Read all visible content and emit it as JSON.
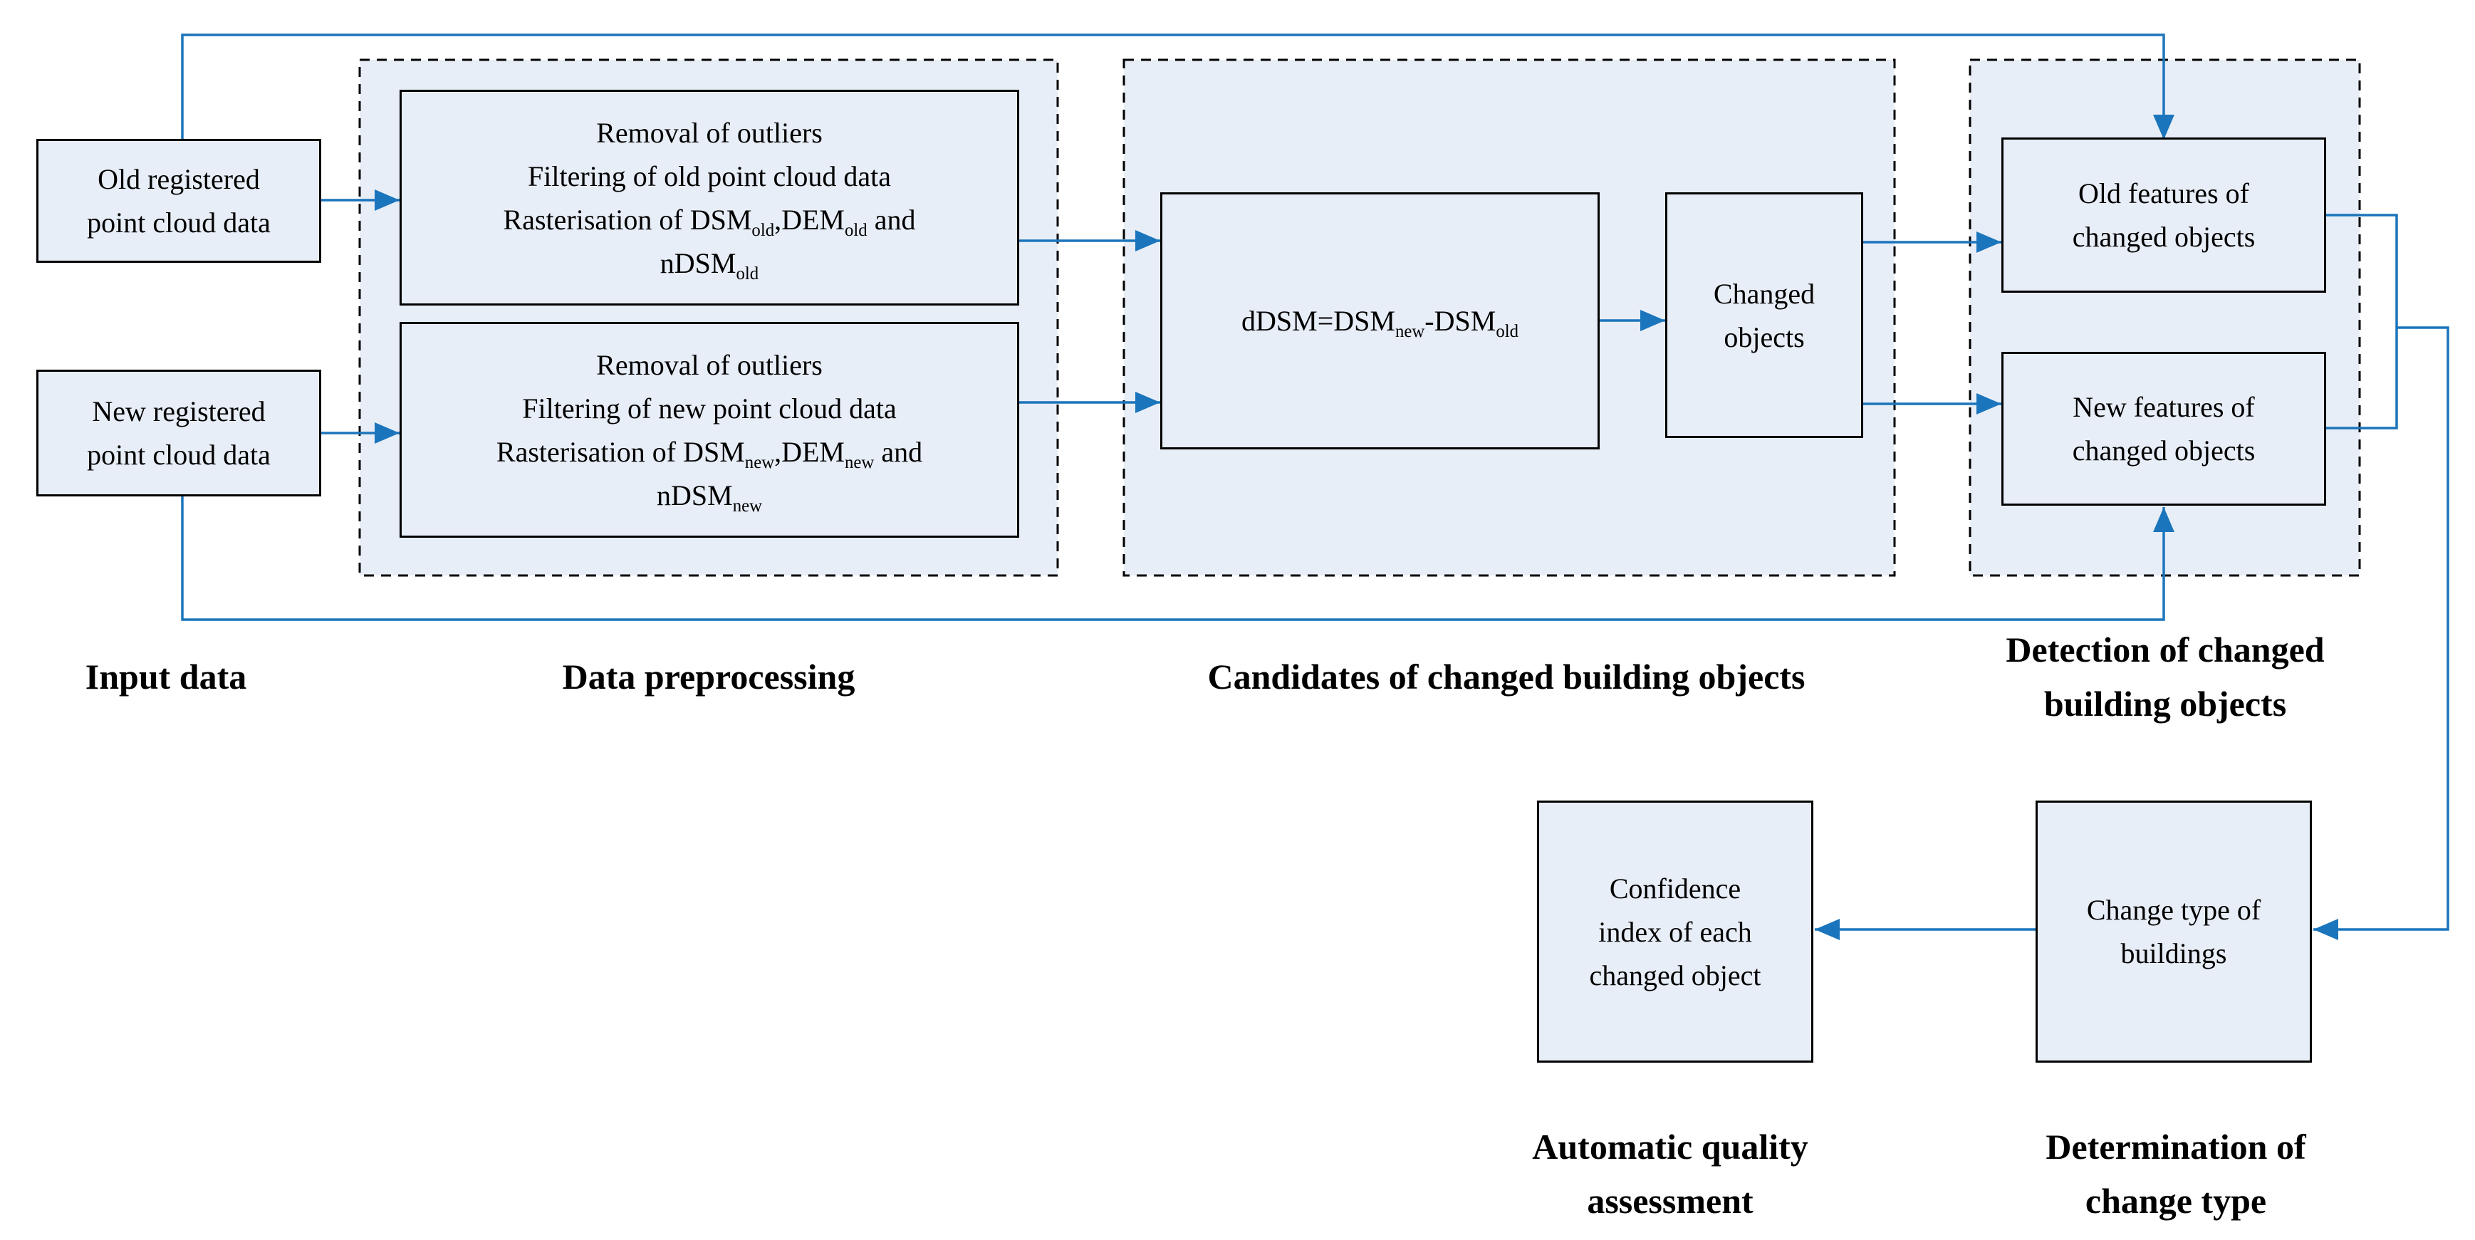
{
  "diagram": {
    "colors": {
      "accent": "#1b75bc",
      "box_fill": "#e8eef7",
      "box_border": "#000000",
      "background": "#ffffff"
    },
    "stages": {
      "input": {
        "label": "Input data",
        "boxes": {
          "old": {
            "lines": [
              "Old registered",
              "point cloud data"
            ]
          },
          "new": {
            "lines": [
              "New registered",
              "point cloud data"
            ]
          }
        }
      },
      "preprocessing": {
        "label": "Data preprocessing",
        "boxes": {
          "old": {
            "lines": [
              "Removal of outliers",
              "Filtering of old point cloud data",
              "Rasterisation of DSM_{old},DEM_{old} and",
              "nDSM_{old}"
            ]
          },
          "new": {
            "lines": [
              "Removal of outliers",
              "Filtering of new point cloud data",
              "Rasterisation of DSM_{new},DEM_{new} and",
              "nDSM_{new}"
            ]
          }
        }
      },
      "candidates": {
        "label": "Candidates of changed building objects",
        "boxes": {
          "ddsm": {
            "lines": [
              "dDSM=DSM_{new}-DSM_{old}"
            ]
          },
          "changed": {
            "lines": [
              "Changed",
              "objects"
            ]
          }
        }
      },
      "detection": {
        "label_lines": [
          "Detection of changed",
          "building objects"
        ],
        "boxes": {
          "old_features": {
            "lines": [
              "Old features of",
              "changed objects"
            ]
          },
          "new_features": {
            "lines": [
              "New features of",
              "changed objects"
            ]
          }
        }
      },
      "quality": {
        "label_lines": [
          "Automatic quality",
          "assessment"
        ],
        "boxes": {
          "confidence": {
            "lines": [
              "Confidence",
              "index of each",
              "changed object"
            ]
          }
        }
      },
      "change_type": {
        "label_lines": [
          "Determination of",
          "change type"
        ],
        "boxes": {
          "changetype": {
            "lines": [
              "Change type of",
              "buildings"
            ]
          }
        }
      }
    }
  }
}
